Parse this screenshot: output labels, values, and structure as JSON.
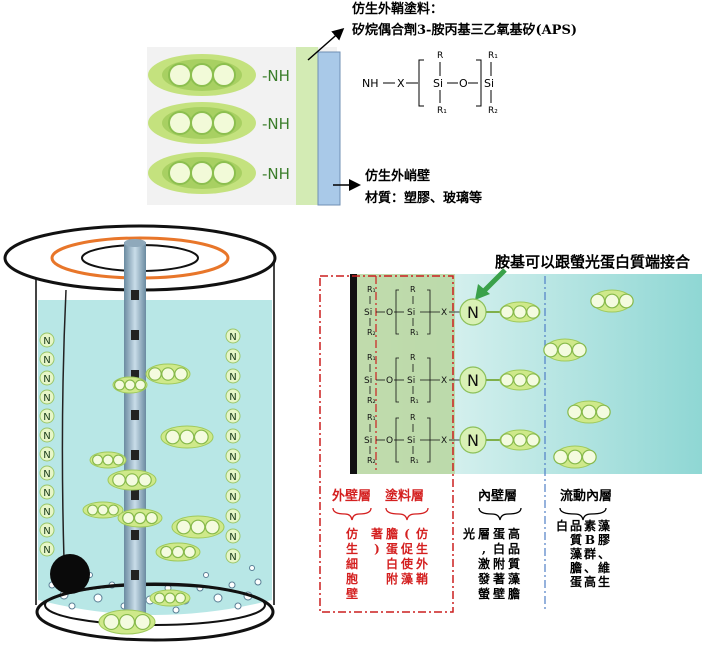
{
  "top": {
    "coating_title": "仿生外鞘塗料：",
    "coating_name": "矽烷偶合劑3-胺丙基三乙氧基矽(APS)",
    "amine_label": "-NH",
    "wall_title": "仿生外峭壁",
    "wall_material": "材質：塑膠、玻璃等",
    "formula": {
      "nh": "NH",
      "x": "X",
      "si": "Si",
      "o": "O",
      "r": "R",
      "r1": "R₁",
      "r2": "R₂"
    }
  },
  "right": {
    "headline": "胺基可以跟螢光蛋白質端接合",
    "n_label": "N",
    "layers": [
      {
        "name": "外壁層",
        "desc": "仿生細胞壁"
      },
      {
        "name": "塗料層",
        "desc": "仿生外鞘(促使藻膽蛋白附著)"
      },
      {
        "name": "內壁層",
        "desc": "高品質藻膽蛋白附著壁層,激發螢光"
      },
      {
        "name": "流動內層",
        "desc": "藻膠、維生素B群、高品質藻膽蛋白"
      }
    ]
  },
  "colors": {
    "pod": "#cfe98a",
    "pod_dark": "#7fb04a",
    "water": "#b7e6e4",
    "coating": "#cfe3b6",
    "wall": "#9fc3e3",
    "orange_ring": "#e8762a",
    "red_text": "#d42020",
    "arrow_green": "#3aa14a"
  }
}
